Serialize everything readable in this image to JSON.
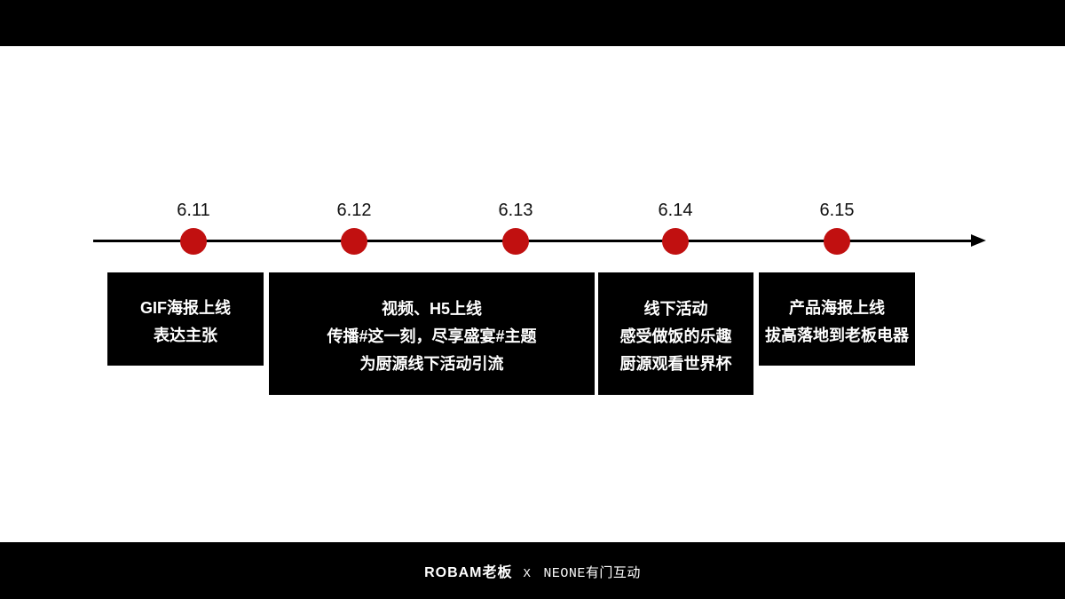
{
  "timeline": {
    "dates": [
      "6.11",
      "6.12",
      "6.13",
      "6.14",
      "6.15"
    ],
    "boxes": [
      {
        "lines": [
          "GIF海报上线",
          "表达主张"
        ]
      },
      {
        "lines": [
          "视频、H5上线",
          "传播#这一刻，尽享盛宴#主题",
          "为厨源线下活动引流"
        ]
      },
      {
        "lines": [
          "线下活动",
          "感受做饭的乐趣",
          "厨源观看世界杯"
        ]
      },
      {
        "lines": [
          "产品海报上线",
          "拔高落地到老板电器"
        ]
      }
    ]
  },
  "footer": {
    "brand_left": "ROBAM老板",
    "separator": "X",
    "brand_right": "NEONE有门互动"
  },
  "colors": {
    "dot_red": "#c11010",
    "axis_black": "#000000",
    "box_bg": "#000000",
    "box_text": "#ffffff",
    "letterbox_bar": "#000000",
    "slide_bg": "#ffffff"
  }
}
